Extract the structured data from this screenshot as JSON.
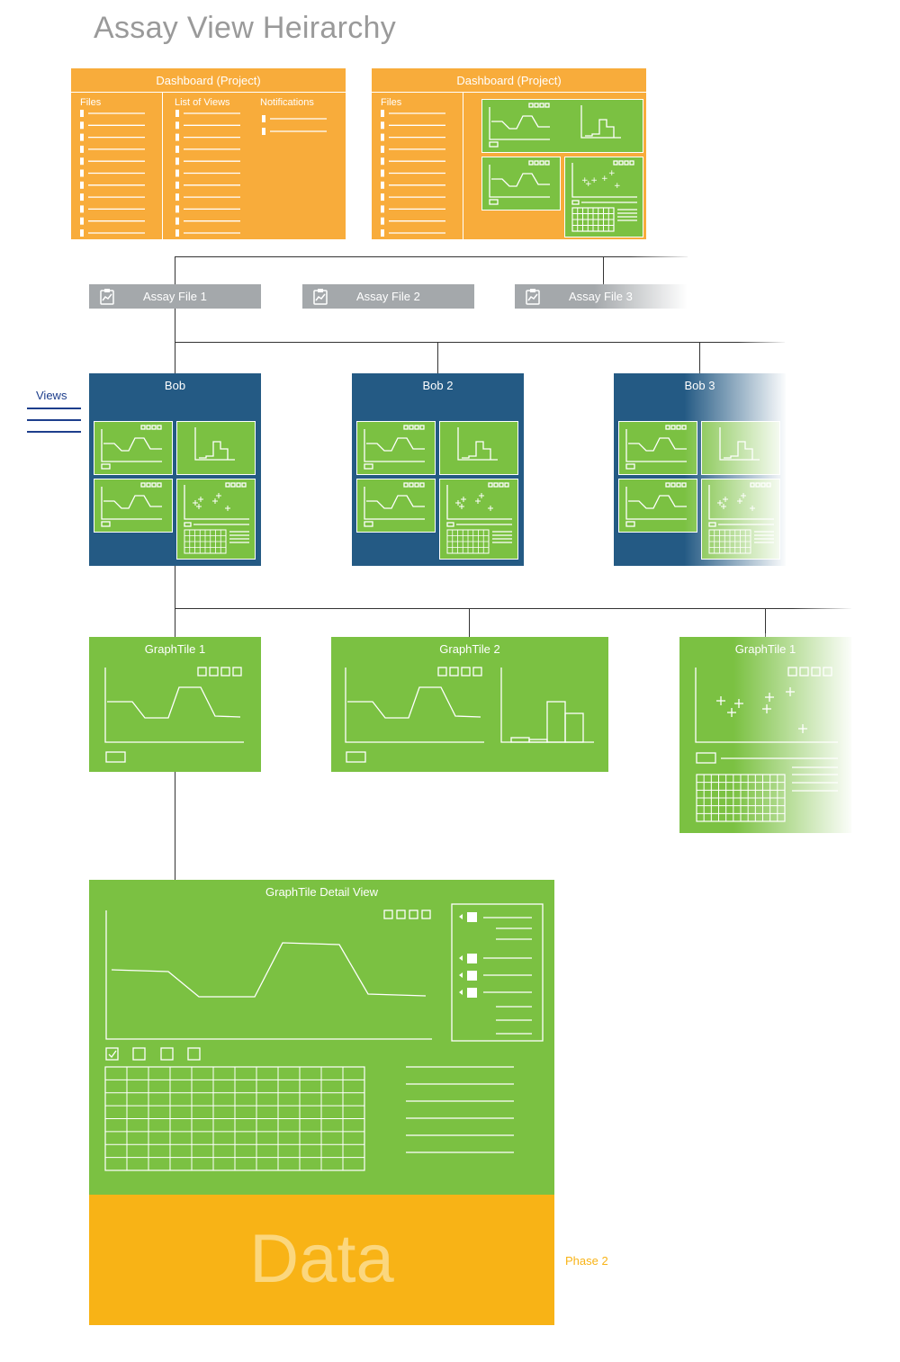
{
  "title": "Assay View Heirarchy",
  "dashboards": [
    {
      "title": "Dashboard (Project)",
      "columns": [
        "Files",
        "List of Views",
        "Notifications"
      ]
    },
    {
      "title": "Dashboard (Project)",
      "columns": [
        "Files"
      ]
    }
  ],
  "assay_files": [
    "Assay File 1",
    "Assay File 2",
    "Assay File 3"
  ],
  "views_label": "Views",
  "views": [
    "Bob",
    "Bob 2",
    "Bob 3"
  ],
  "graph_tiles": [
    "GraphTile 1",
    "GraphTile 2",
    "GraphTile 1"
  ],
  "detail_view": {
    "title": "GraphTile Detail View"
  },
  "data_label": "Data",
  "phase_label": "Phase 2",
  "colors": {
    "dashboard": "#f8ac3b",
    "assay_file": "#a4a8ab",
    "view": "#245a84",
    "graph_tile": "#7bc142",
    "data": "#f8b316",
    "views_label": "#1d3e8c"
  }
}
